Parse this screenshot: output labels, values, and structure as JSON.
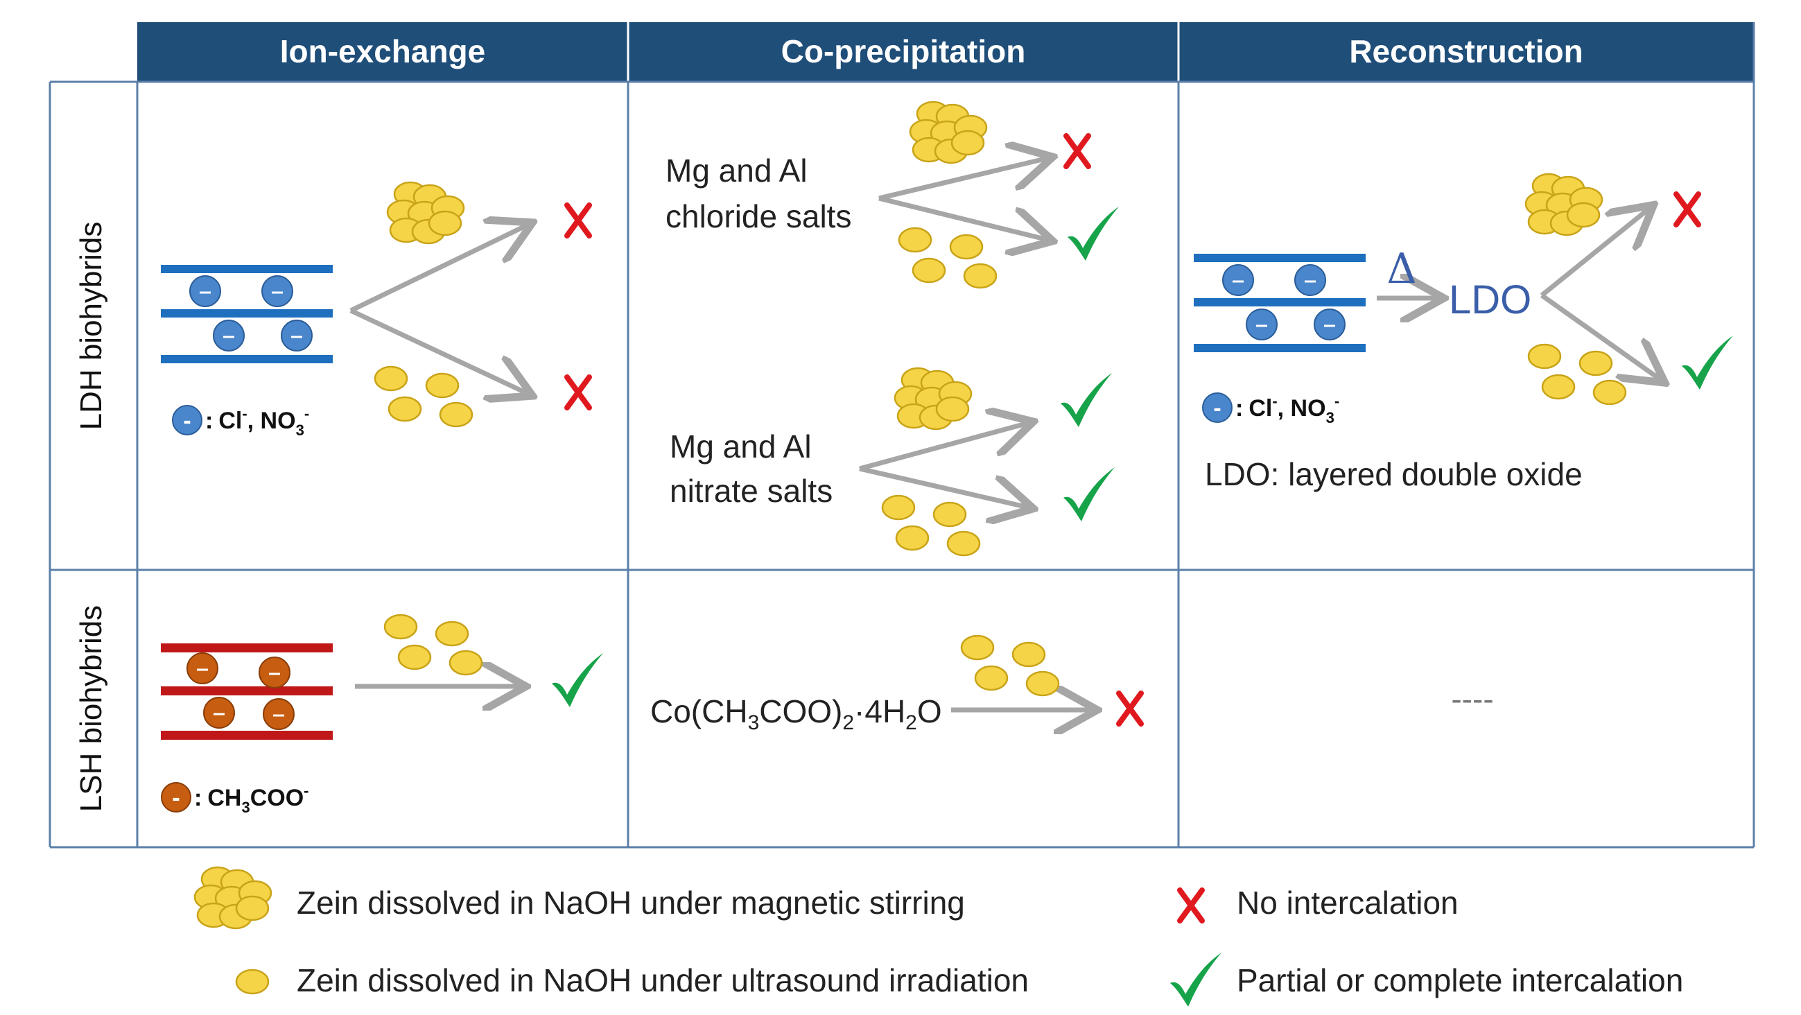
{
  "headers": {
    "col1": "Ion-exchange",
    "col2": "Co-precipitation",
    "col3": "Reconstruction"
  },
  "rows": {
    "ldh": "LDH biohybrids",
    "lsh": "LSH biohybrids"
  },
  "labels": {
    "chloride_line1": "Mg and Al",
    "chloride_line2": "chloride salts",
    "nitrate_line1": "Mg and Al",
    "nitrate_line2": "nitrate salts",
    "delta": "Δ",
    "ldo": "LDO",
    "ldo_definition": "LDO: layered double oxide",
    "empty_cell": "----"
  },
  "anions": {
    "ldh_colon": ":",
    "ldh_cl": "Cl",
    "ldh_cl_sup": "-",
    "ldh_sep": ", NO",
    "ldh_no3_sub": "3",
    "ldh_no3_sup": "-",
    "lsh_colon": ":",
    "lsh_ch": "CH",
    "lsh_ch_sub": "3",
    "lsh_coo": "COO",
    "lsh_coo_sup": "-",
    "minus": "-"
  },
  "formula": {
    "co": "Co(CH",
    "sub3": "3",
    "coo": "COO)",
    "sub2": "2",
    "dot": "·4H",
    "sub2b": "2",
    "o": "O"
  },
  "legend": {
    "magnetic": "Zein dissolved in NaOH under magnetic stirring",
    "ultrasound": "Zein dissolved in NaOH under ultrasound irradiation",
    "no_intercalation": "No intercalation",
    "partial": "Partial or complete intercalation"
  },
  "colors": {
    "header_bg": "#1f4e79",
    "grid_line": "#5b7fa8",
    "ldh_layer": "#1f6fbf",
    "ldh_anion": "#4a86cc",
    "lsh_layer": "#c01818",
    "lsh_anion": "#c65d11",
    "zein_fill": "#f5d547",
    "zein_stroke": "#c9a318",
    "arrow": "#a6a6a6",
    "cross": "#e0191f",
    "check": "#16a34a"
  },
  "icons": {
    "cross": "cross-icon",
    "check": "check-icon",
    "zein_cluster": "zein-cluster-icon",
    "zein_particles": "zein-particles-icon"
  }
}
